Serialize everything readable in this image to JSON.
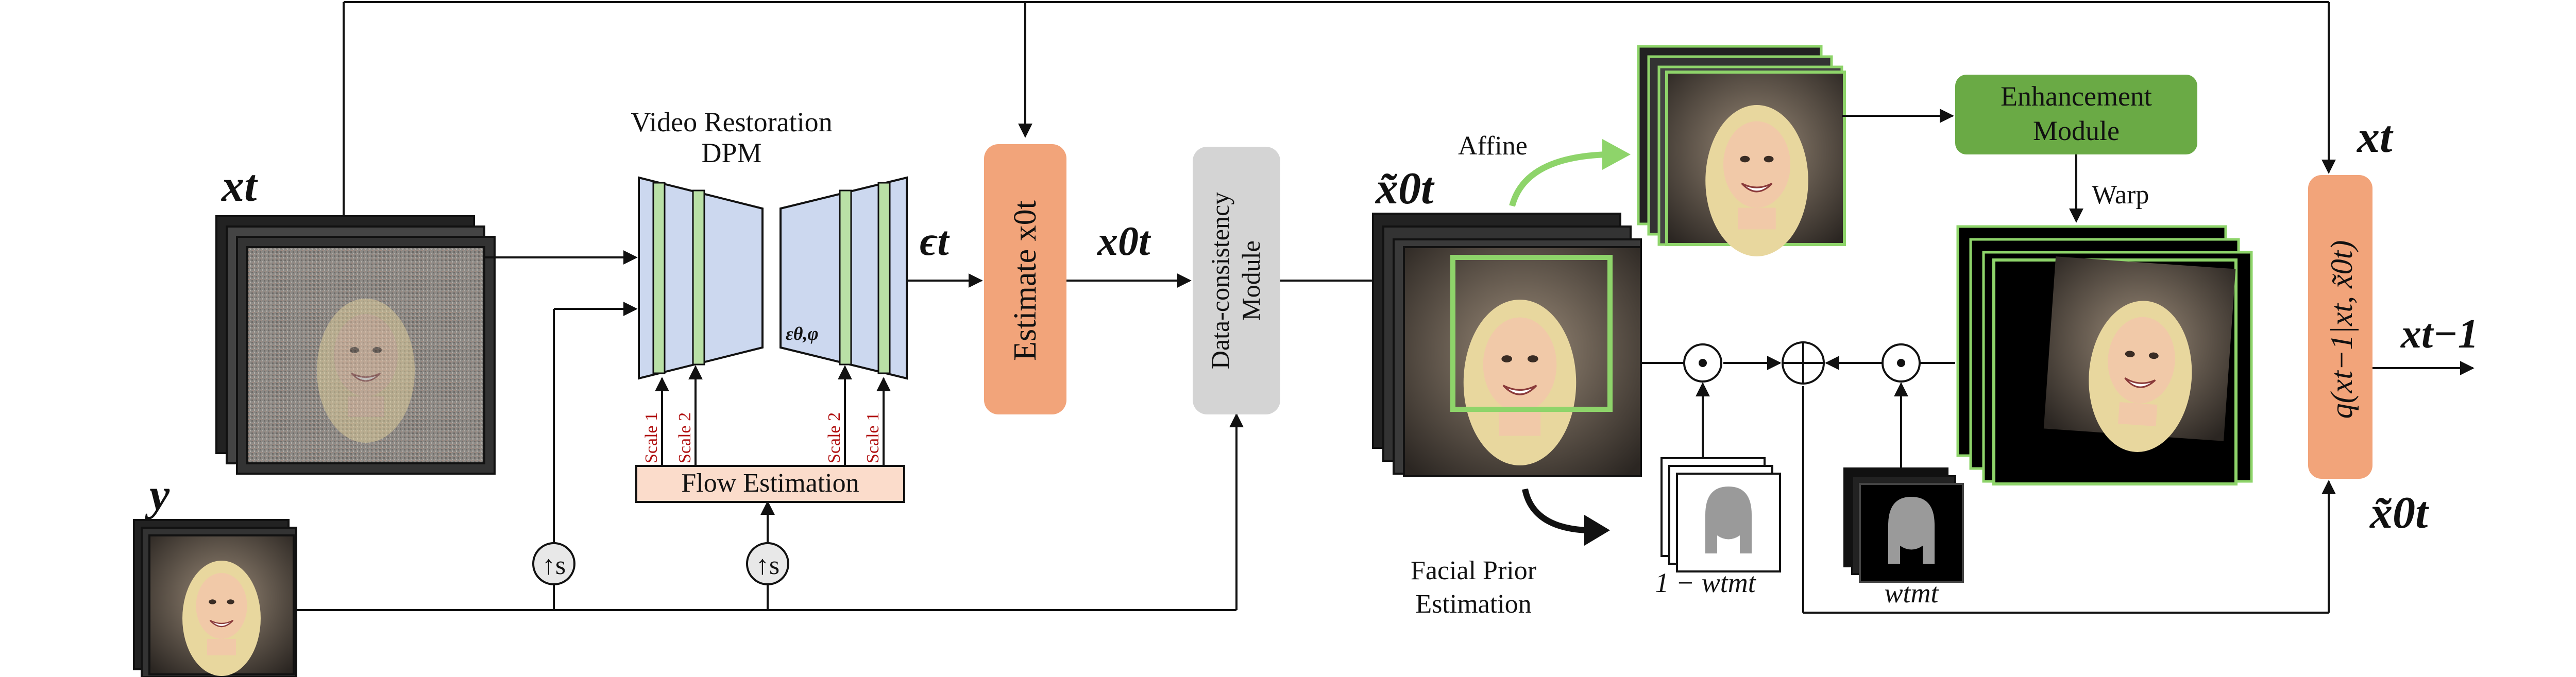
{
  "title": "Video Restoration DPM",
  "dpm": {
    "line1": "Video Restoration",
    "line2": "DPM",
    "epsilon": "εθ,φ"
  },
  "flow_estimation": "Flow Estimation",
  "scales": {
    "scale1": "Scale 1",
    "scale2": "Scale 2"
  },
  "upsample": "↑s",
  "estimate_box": "Estimate x0t",
  "data_consistency": {
    "line1": "Data-consistency",
    "line2": "Module"
  },
  "enhancement": {
    "line1": "Enhancement",
    "line2": "Module"
  },
  "posterior": "q(xt−1|xt, x̃0t)",
  "labels": {
    "xt_left": "xt",
    "y": "y",
    "eps_t": "ϵt",
    "x0t": "x0t",
    "x0t_tilde": "x̃0t",
    "affine": "Affine",
    "warp": "Warp",
    "facial_prior_1": "Facial Prior",
    "facial_prior_2": "Estimation",
    "one_minus_wm": "1 − wtmt",
    "wm": "wtmt",
    "xt_right": "xt",
    "xt_minus_1": "xt−1",
    "x0t_tilde_right": "x̃0t"
  },
  "operators": {
    "multiply": "⊙",
    "add": "⊕"
  },
  "colors": {
    "estimate_orange": "#f2a47a",
    "dc_gray": "#d4d4d4",
    "enhancement_green": "#6aaa45",
    "green_frame": "#8ed46a",
    "unet_blue": "#ccd8ef",
    "flow_peach": "#fbdccb",
    "scale_red": "#b01010"
  },
  "icons": [
    "noisy-frame-stack-icon",
    "face-frame-icon",
    "face-mask-icon",
    "green-curved-arrow-icon",
    "black-curved-arrow-icon"
  ]
}
